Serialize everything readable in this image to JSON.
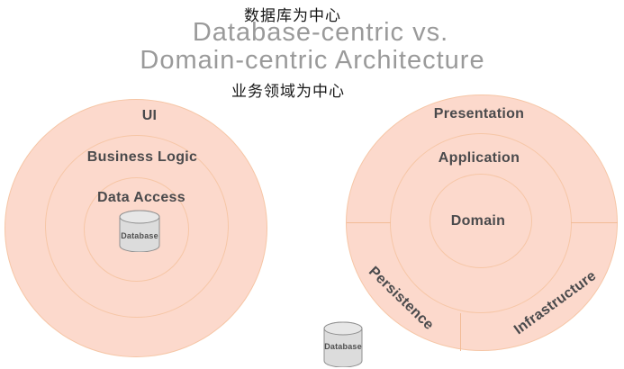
{
  "header": {
    "zh_database_centric": "数据库为中心",
    "title_line1": "Database-centric vs.",
    "title_line2": "Domain-centric Architecture",
    "zh_domain_centric": "业务领域为中心"
  },
  "left_diagram": {
    "layers": [
      "UI",
      "Business Logic",
      "Data Access"
    ],
    "database_label": "Database"
  },
  "right_diagram": {
    "layers": [
      "Presentation",
      "Application",
      "Domain"
    ],
    "sectors": [
      "Persistence",
      "Infrastructure"
    ],
    "database_label": "Database"
  },
  "colors": {
    "ring_fill": "#fcd9cc",
    "ring_stroke": "#f6c6a6",
    "divider": "#f2bc98",
    "label": "#4a4a4c",
    "title_gray": "#9a9a9a",
    "zh_text": "#161616",
    "cylinder_fill": "#dcdcdc",
    "cylinder_top_fill": "#e7e7e7",
    "cylinder_stroke": "#8f8f8f"
  }
}
